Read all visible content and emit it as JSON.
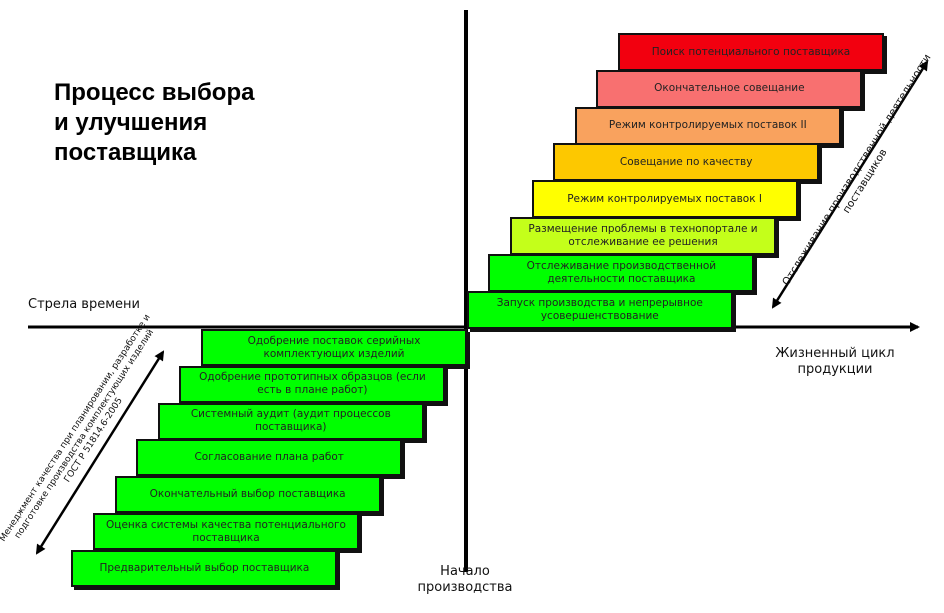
{
  "title": [
    "Процесс выбора",
    "и улучшения",
    "поставщика"
  ],
  "labels": {
    "time_arrow": "Стрела времени",
    "lifecycle": "Жизненный цикл продукции",
    "production_start": "Начало производства",
    "left_arrow": [
      "Менеджмент качества при планировании, разработке и",
      "подготовке производства комплектующих изделий",
      "ГОСТ Р 51814.6-2005"
    ],
    "right_arrow": [
      "Отслеживание производственной деятельности",
      "поставщиков"
    ]
  },
  "right_steps": [
    {
      "text": "Поиск потенциального поставщика",
      "color": "#f2000f"
    },
    {
      "text": "Окончательное совещание",
      "color": "#f87070"
    },
    {
      "text": "Режим контролируемых поставок II",
      "color": "#f9a25e"
    },
    {
      "text": "Совещание по качеству",
      "color": "#fdc800"
    },
    {
      "text": "Режим контролируемых поставок I",
      "color": "#ffff00"
    },
    {
      "text": "Размещение проблемы в технопортале и отслеживание ее решения",
      "color": "#c4ff1a"
    },
    {
      "text": "Отслеживание производственной деятельности поставщика",
      "color": "#00ff00"
    },
    {
      "text": "Запуск производства и непрерывное усовершенствование",
      "color": "#00ff00"
    }
  ],
  "left_steps": [
    {
      "text": "Одобрение поставок серийных комплектующих изделий",
      "color": "#00ff00"
    },
    {
      "text": "Одобрение прототипных образцов (если есть в плане работ)",
      "color": "#00ff00"
    },
    {
      "text": "Системный аудит (аудит процессов поставщика)",
      "color": "#00ff00"
    },
    {
      "text": "Согласование плана работ",
      "color": "#00ff00"
    },
    {
      "text": "Окончательный выбор поставщика",
      "color": "#00ff00"
    },
    {
      "text": "Оценка системы качества потенциального поставщика",
      "color": "#00ff00"
    },
    {
      "text": "Предварительный выбор поставщика",
      "color": "#00ff00"
    }
  ]
}
